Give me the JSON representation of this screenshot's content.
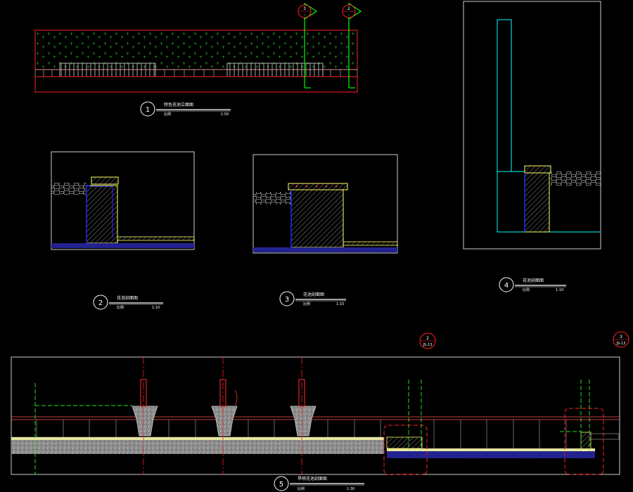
{
  "drawing": {
    "background": "#000000",
    "colors": {
      "frame": "#ffffff",
      "red": "#ff0000",
      "green": "#00ff00",
      "yellow": "#ffff66",
      "blue": "#2a2aff",
      "cyan": "#00ffff",
      "hatch": "#b0b0b0"
    }
  },
  "details": [
    {
      "num": "1",
      "title": "特色花池立面图",
      "scale_label": "比例",
      "scale": "1:50"
    },
    {
      "num": "2",
      "title": "花池剖面图",
      "scale_label": "比例",
      "scale": "1:10"
    },
    {
      "num": "3",
      "title": "花池剖面图",
      "scale_label": "比例",
      "scale": "1:10"
    },
    {
      "num": "4",
      "title": "花池剖面图",
      "scale_label": "比例",
      "scale": "1:10"
    },
    {
      "num": "5",
      "title": "旱喷花池剖面图",
      "scale_label": "比例",
      "scale": "1:30"
    }
  ],
  "section_markers": [
    {
      "num": "3",
      "sheet": "-"
    },
    {
      "num": "2",
      "sheet": "-"
    }
  ],
  "callouts": [
    {
      "num": "2",
      "sheet": "JS-13"
    },
    {
      "num": "3",
      "sheet": "JS-13"
    }
  ]
}
